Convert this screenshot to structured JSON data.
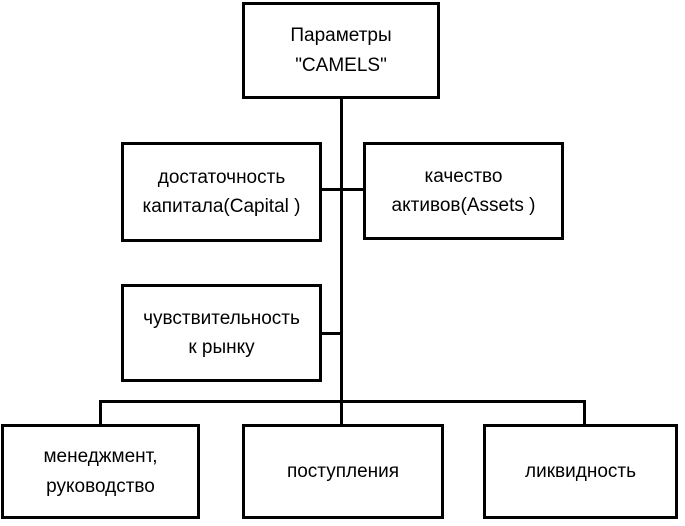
{
  "diagram": {
    "title": "Параметры \"CAMELS\" diagram",
    "colors": {
      "border": "#000000",
      "background": "#ffffff",
      "text": "#000000"
    },
    "nodes": {
      "root": {
        "label": "Параметры\n\"CAMELS\""
      },
      "capital": {
        "label": "достаточность\nкапитала(Capital )"
      },
      "assets": {
        "label": "качество\nактивов(Assets  )"
      },
      "sensitivity": {
        "label": "чувствительность\nк рынку"
      },
      "management": {
        "label": "менеджмент,\nруководство"
      },
      "earnings": {
        "label": "поступления"
      },
      "liquidity": {
        "label": "ликвидность"
      }
    }
  }
}
